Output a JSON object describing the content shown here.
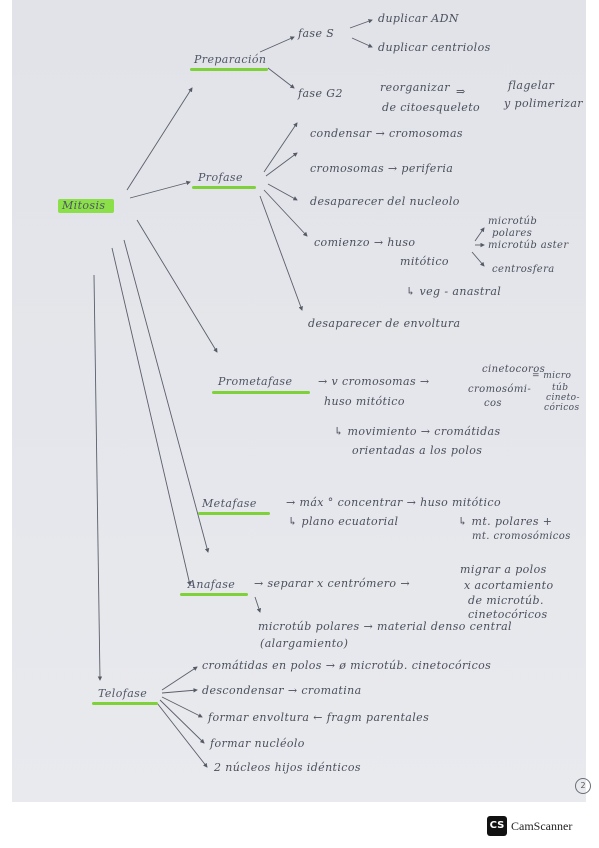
{
  "main_topic": "Mitosis",
  "preparacion": {
    "title": "Preparación",
    "fase_s": "fase S",
    "s1": "duplicar ADN",
    "s2": "duplicar centriolos",
    "fase_g2": "fase G2",
    "g2_1": "reorganizar",
    "g2_2": "de citoesqueleto",
    "g2_3": "flagelar",
    "g2_4": "y polimerizar"
  },
  "profase": {
    "title": "Profase",
    "p1": "condensar → cromosomas",
    "p2": "cromosomas → periferia",
    "p3": "desaparecer del nucleolo",
    "p4": "comienzo → huso",
    "p4b": "mitótico",
    "p5": "microtúb",
    "p5b": "polares",
    "p6": "microtúb aster",
    "p7": "centrosfera",
    "p8": "↳ veg - anastral",
    "p9": "desaparecer de envoltura"
  },
  "prometafase": {
    "title": "Prometafase",
    "t1": "→ v cromosomas →",
    "t2": "cinetocoros",
    "t3": "cromosómi-",
    "t3b": "cos",
    "t4": "= micro",
    "t4b": "túb",
    "t4c": "cineto-",
    "t4d": "córicos",
    "t5": "huso mitótico",
    "t6": "↳ movimiento → cromátidas",
    "t7": "orientadas a los polos"
  },
  "metafase": {
    "title": "Metafase",
    "m1": "→ máx ° concentrar → huso mitótico",
    "m2": "↳ plano ecuatorial",
    "m3": "↳ mt. polares +",
    "m4": "mt. cromosómicos"
  },
  "anafase": {
    "title": "Anafase",
    "a1": "→ separar x centrómero →",
    "a2": "migrar a polos",
    "a3": "x acortamiento",
    "a4": "de microtúb.",
    "a5": "cinetocóricos",
    "a6": "microtúb polares → material denso central",
    "a7": "(alargamiento)"
  },
  "telofase": {
    "title": "Telofase",
    "f1": "cromátidas en polos → ø microtúb. cinetocóricos",
    "f2": "descondensar → cromatina",
    "f3": "formar envoltura ← fragm parentales",
    "f4": "formar nucléolo",
    "f5": "2 núcleos hijos idénticos"
  },
  "page_number": "2",
  "watermark": {
    "logo": "CS",
    "name": "CamScanner"
  },
  "colors": {
    "highlight": "#8be04a",
    "underline": "#7fd13a",
    "ink": "#4a4f5c",
    "paper": "#e9eaee"
  }
}
